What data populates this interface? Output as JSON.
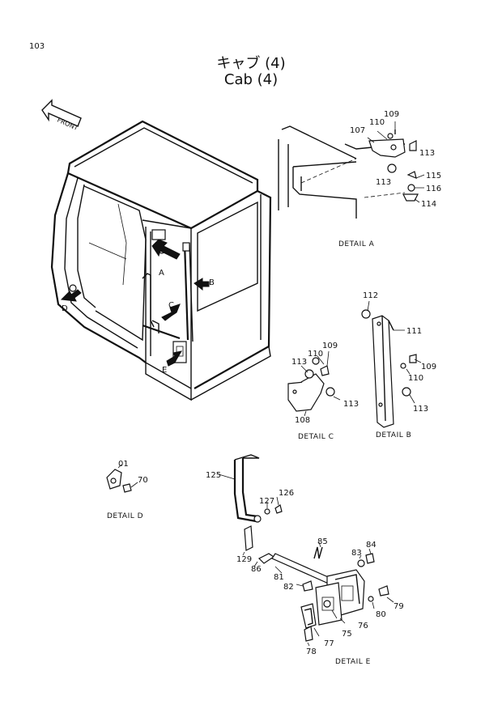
{
  "page_number": "103",
  "title_jp": "キャブ (4)",
  "title_en": "Cab (4)",
  "front_label": "FRONT",
  "callouts": {
    "a": "A",
    "b": "B",
    "c": "C",
    "d": "D",
    "e": "E"
  },
  "details": {
    "a": "DETAIL A",
    "b": "DETAIL B",
    "c": "DETAIL C",
    "d": "DETAIL D",
    "e": "DETAIL E"
  },
  "parts": {
    "p01": "01",
    "p70": "70",
    "p75": "75",
    "p76": "76",
    "p77": "77",
    "p78": "78",
    "p79": "79",
    "p80": "80",
    "p81": "81",
    "p82": "82",
    "p83": "83",
    "p84": "84",
    "p85": "85",
    "p86": "86",
    "p107": "107",
    "p108": "108",
    "p109a": "109",
    "p109b": "109",
    "p109c": "109",
    "p110a": "110",
    "p110b": "110",
    "p110c": "110",
    "p111": "111",
    "p112": "112",
    "p113a": "113",
    "p113b": "113",
    "p113c": "113",
    "p113d": "113",
    "p113e": "113",
    "p114": "114",
    "p115": "115",
    "p116": "116",
    "p125": "125",
    "p126": "126",
    "p127": "127",
    "p129": "129"
  }
}
